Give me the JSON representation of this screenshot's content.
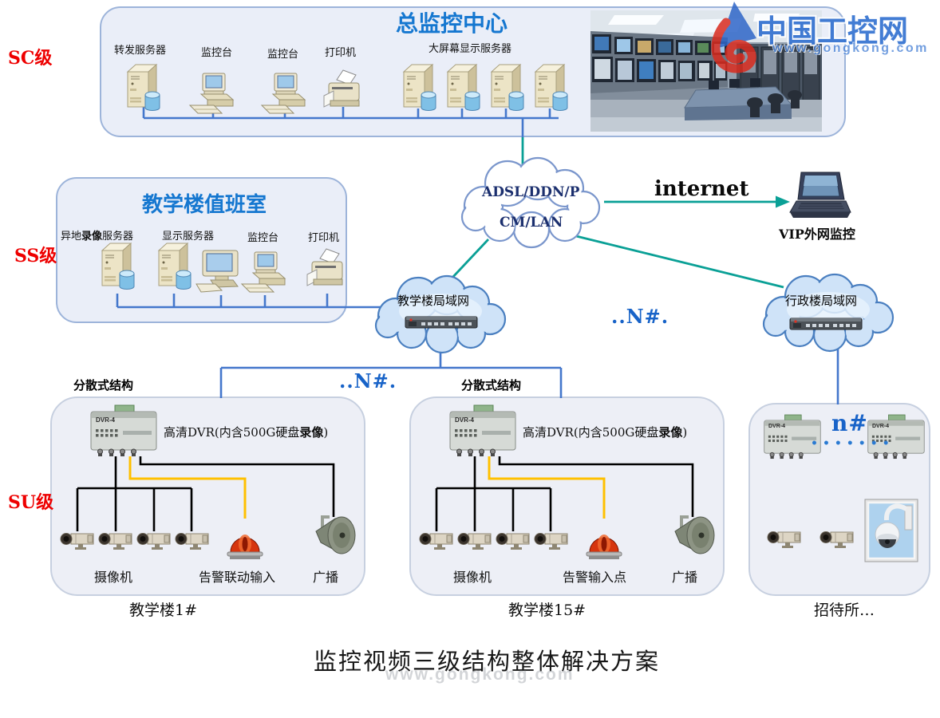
{
  "watermark_top": {
    "brand": "中国工控网",
    "url": "www.gongkong.com"
  },
  "levels": {
    "sc": "SC级",
    "ss": "SS级",
    "su": "SU级"
  },
  "colors": {
    "accent_blue": "#1577d0",
    "line_blue": "#4477cc",
    "line_teal": "#0aa096",
    "label_red": "#ee0000",
    "n_blue": "#1863c8",
    "wire_yellow": "#ffc000",
    "wire_black": "#000000"
  },
  "sc_box": {
    "title": "总监控中心",
    "devices": [
      {
        "label": "转发服务器"
      },
      {
        "label": "监控台"
      },
      {
        "label": "监控台"
      },
      {
        "label": "打印机"
      },
      {
        "label": "大屏幕显示服务器"
      }
    ]
  },
  "ss_box": {
    "title": "教学楼值班室",
    "devices": [
      {
        "pre": "异地",
        "bold": "录像",
        "post": "服务器"
      },
      {
        "label": "显示服务器"
      },
      {
        "label": "监控台"
      },
      {
        "label": "打印机"
      }
    ]
  },
  "wan_cloud": {
    "line1": "ADSL/DDN/P",
    "line2": "CM/LAN"
  },
  "internet": {
    "label": "internet"
  },
  "vip": {
    "label": "VIP外网监控"
  },
  "lan_cloud_teaching": {
    "label": "教学楼局域网"
  },
  "lan_cloud_admin": {
    "label": "行政楼局域网"
  },
  "n_labels": {
    "mid": "..N#.",
    "lower": "..N#."
  },
  "su_left": {
    "header": "分散式结构",
    "dvr_name": "DVR-4",
    "dvr_pre": "高清DVR(内含500G硬盘",
    "dvr_bold": "录像",
    "dvr_post": ")",
    "camera_label": "摄像机",
    "alarm_label": "告警联动输入",
    "speaker_label": "广播",
    "caption": "教学楼1#"
  },
  "su_mid": {
    "header": "分散式结构",
    "dvr_name": "DVR-4",
    "dvr_pre": "高清DVR(内含500G硬盘",
    "dvr_bold": "录像",
    "dvr_post": ")",
    "camera_label": "摄像机",
    "alarm_label": "告警输入点",
    "speaker_label": "广播",
    "caption": "教学楼15#"
  },
  "su_right": {
    "dvr_name": "DVR-4",
    "n_label": "n#",
    "dots": "•••••••",
    "caption": "招待所…"
  },
  "footer": {
    "title": "监控视频三级结构整体解决方案",
    "watermark": "www.gongkong.com"
  }
}
